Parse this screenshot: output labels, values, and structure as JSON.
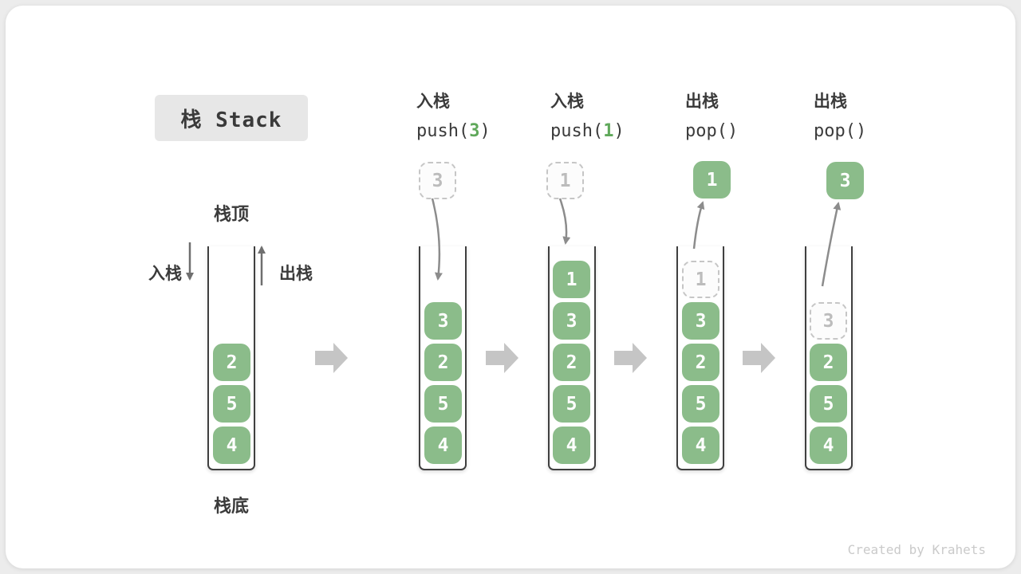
{
  "title": "栈 Stack",
  "stack_labels": {
    "top": "栈顶",
    "bottom": "栈底",
    "push_direction": "入栈",
    "pop_direction": "出栈"
  },
  "operations": [
    {
      "title": "入栈",
      "pre": "push(",
      "arg": "3",
      "post": ")"
    },
    {
      "title": "入栈",
      "pre": "push(",
      "arg": "1",
      "post": ")"
    },
    {
      "title": "出栈",
      "pre": "pop(",
      "arg": "",
      "post": ")"
    },
    {
      "title": "出栈",
      "pre": "pop(",
      "arg": "",
      "post": ")"
    }
  ],
  "stacks": [
    {
      "cells": [
        "2",
        "5",
        "4"
      ]
    },
    {
      "pushed_value": "3",
      "cells": [
        "3",
        "2",
        "5",
        "4"
      ]
    },
    {
      "pushed_value": "1",
      "cells": [
        "1",
        "3",
        "2",
        "5",
        "4"
      ]
    },
    {
      "popped_value": "1",
      "ghost_value": "1",
      "cells": [
        "3",
        "2",
        "5",
        "4"
      ]
    },
    {
      "popped_value": "3",
      "ghost_value": "3",
      "cells": [
        "2",
        "5",
        "4"
      ]
    }
  ],
  "footer": "Created by Krahets",
  "colors": {
    "cell_green": "#8BBC8A",
    "code_arg_green": "#5FA85A",
    "ghost_border_gray": "#C6C6C6",
    "curve_arrow_gray": "#8C8C8C",
    "flow_arrow_gray": "#C5C5C5",
    "wall_dark": "#3F3F3F",
    "title_bg": "#E7E7E7"
  }
}
